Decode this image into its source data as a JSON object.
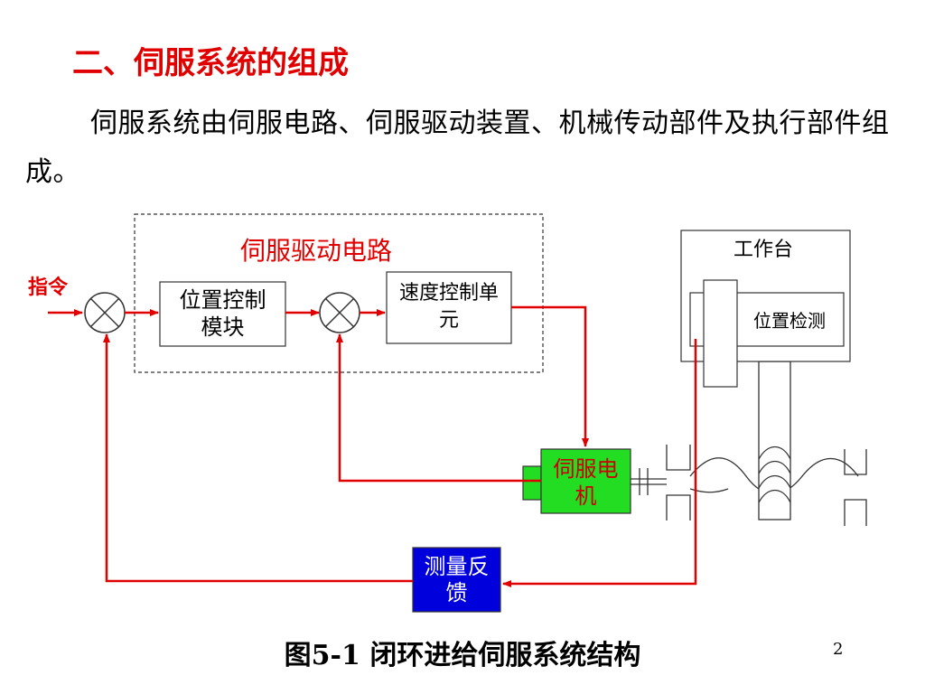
{
  "slide": {
    "title": "二、伺服系统的组成",
    "intro": "伺服系统由伺服电路、伺服驱动装置、机械传动部件及执行部件组成。",
    "caption": "图5-1 闭环进给伺服系统结构",
    "page_number": "2"
  },
  "diagram": {
    "drive_circuit_label": "伺服驱动电路",
    "command_label": "指令",
    "position_control": [
      "位置控制",
      "模块"
    ],
    "speed_control": [
      "速度控制单",
      "元"
    ],
    "servo_motor": [
      "伺服电",
      "机"
    ],
    "feedback": [
      "测量反",
      "馈"
    ],
    "worktable_label": "工作台",
    "position_detect_label": "位置检测"
  },
  "colors": {
    "title": "#e00000",
    "signal_line": "#e00000",
    "motor_fill": "#22dd22",
    "motor_text": "#cc0000",
    "feedback_fill": "#0000dd",
    "feedback_text": "#ffffff"
  }
}
